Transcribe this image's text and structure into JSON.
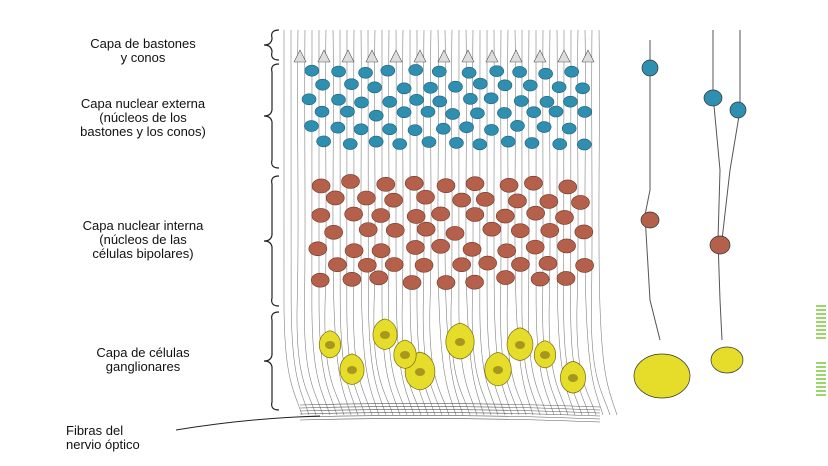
{
  "layers": [
    {
      "label": "Capa de bastones\ny conos"
    },
    {
      "label": "Capa nuclear externa\n(núcleos de los\nbastones y los conos)"
    },
    {
      "label": "Capa nuclear interna\n(núcleos de las\ncélulas bipolares)"
    },
    {
      "label": "Capa de células\nganglionares"
    }
  ],
  "fibers_label": "Fibras del\nnervio óptico",
  "colors": {
    "rod_cone_nucleus": "#2f8fb0",
    "bipolar_nucleus": "#b5604a",
    "ganglion_cell": "#e6dc2a",
    "line": "#555555",
    "edge_mark": "#9bd66a"
  }
}
